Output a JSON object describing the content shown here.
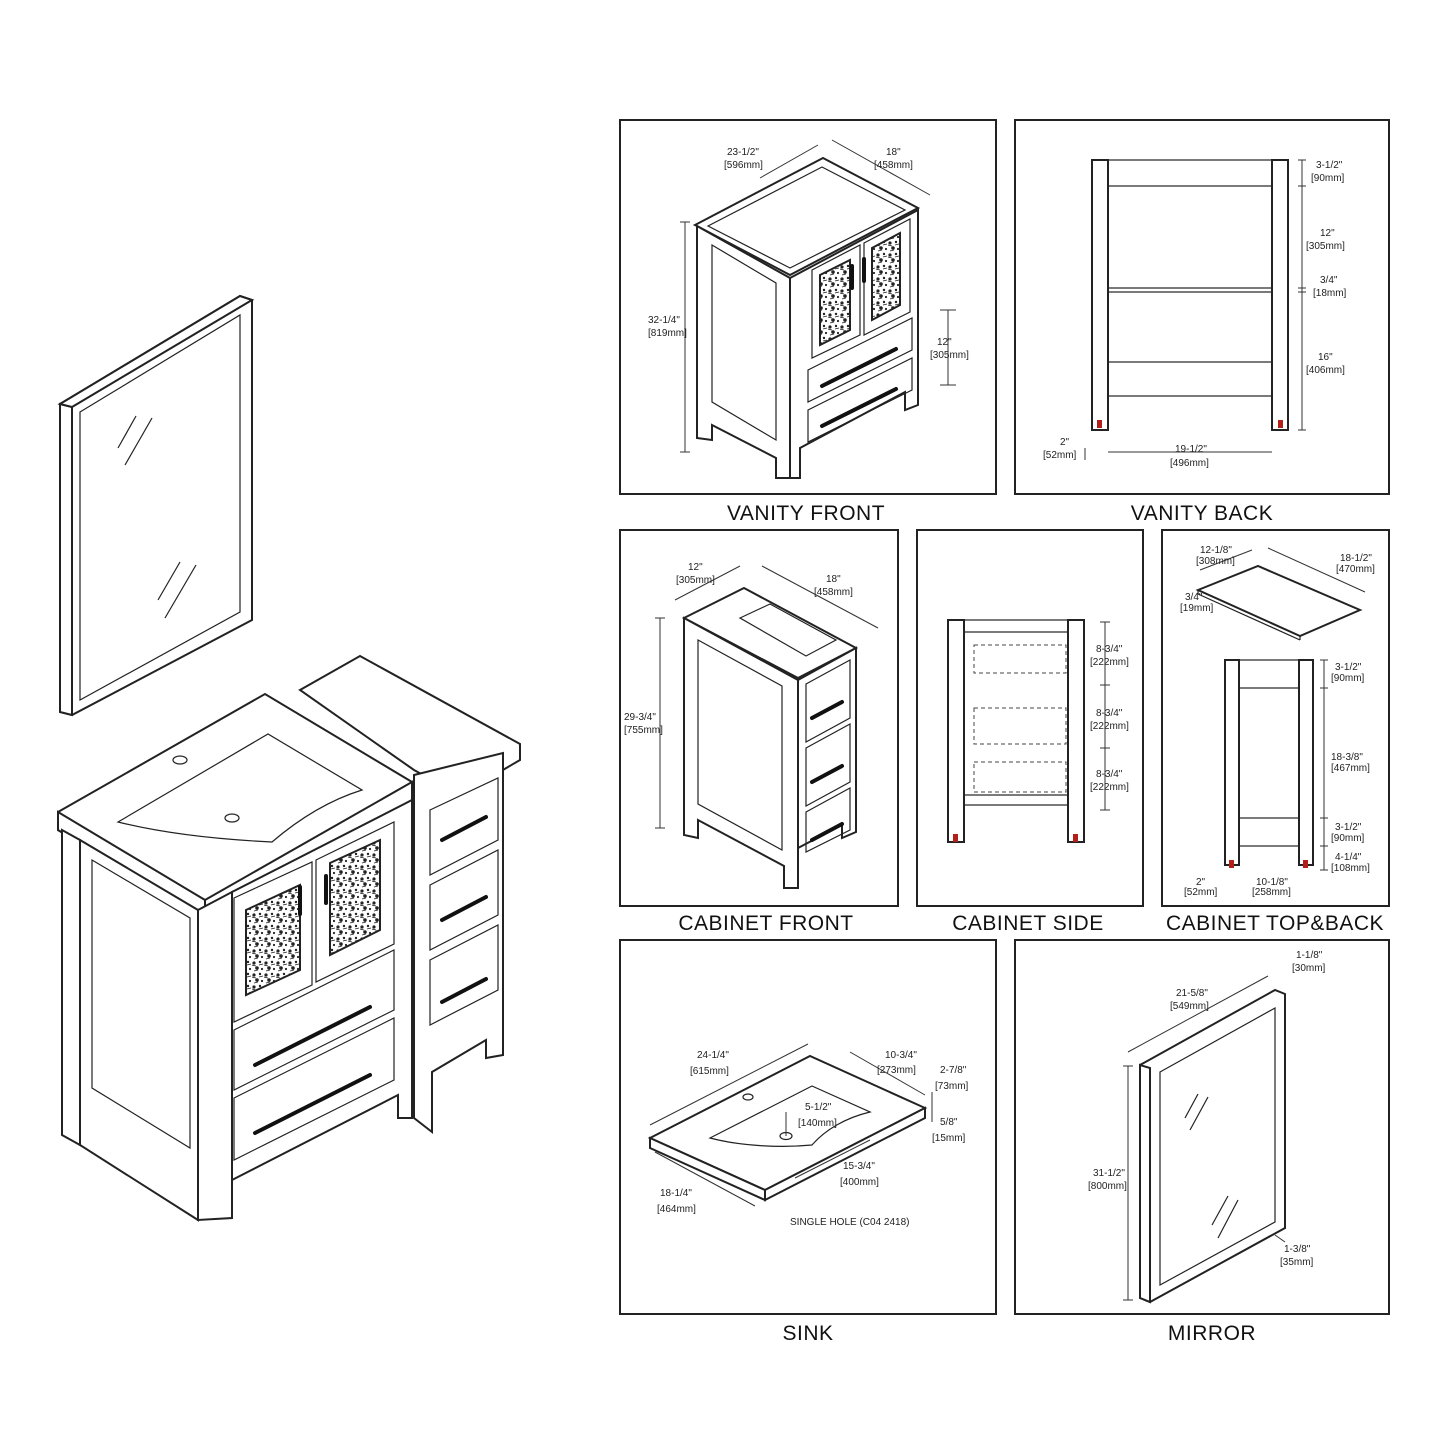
{
  "panels": {
    "vanity_front": {
      "caption": "VANITY FRONT",
      "d_width": "23-1/2\"",
      "d_width_mm": "[596mm]",
      "d_depth": "18\"",
      "d_depth_mm": "[458mm]",
      "d_height": "32-1/4\"",
      "d_height_mm": "[819mm]",
      "d_drawer": "12\"",
      "d_drawer_mm": "[305mm]"
    },
    "vanity_back": {
      "caption": "VANITY BACK",
      "d_top": "3-1/2\"",
      "d_top_mm": "[90mm]",
      "d_mid": "12\"",
      "d_mid_mm": "[305mm]",
      "d_shelf": "3/4\"",
      "d_shelf_mm": "[18mm]",
      "d_low": "16\"",
      "d_low_mm": "[406mm]",
      "d_leg": "2\"",
      "d_leg_mm": "[52mm]",
      "d_inner": "19-1/2\"",
      "d_inner_mm": "[496mm]"
    },
    "cabinet_front": {
      "caption": "CABINET FRONT",
      "d_width": "12\"",
      "d_width_mm": "[305mm]",
      "d_depth": "18\"",
      "d_depth_mm": "[458mm]",
      "d_height": "29-3/4\"",
      "d_height_mm": "[755mm]"
    },
    "cabinet_side": {
      "caption": "CABINET SIDE",
      "d1": "8-3/4\"",
      "d1_mm": "[222mm]",
      "d2": "8-3/4\"",
      "d2_mm": "[222mm]",
      "d3": "8-3/4\"",
      "d3_mm": "[222mm]"
    },
    "cabinet_top_back": {
      "caption": "CABINET TOP&BACK",
      "d_top_w": "12-1/8\"",
      "d_top_w_mm": "[308mm]",
      "d_top_d": "18-1/2\"",
      "d_top_d_mm": "[470mm]",
      "d_top_t": "3/4\"",
      "d_top_t_mm": "[19mm]",
      "d_b1": "3-1/2\"",
      "d_b1_mm": "[90mm]",
      "d_b2": "18-3/8\"",
      "d_b2_mm": "[467mm]",
      "d_b3": "3-1/2\"",
      "d_b3_mm": "[90mm]",
      "d_b4": "4-1/4\"",
      "d_b4_mm": "[108mm]",
      "d_leg": "2\"",
      "d_leg_mm": "[52mm]",
      "d_inner": "10-1/8\"",
      "d_inner_mm": "[258mm]"
    },
    "sink": {
      "caption": "SINK",
      "d_width": "24-1/4\"",
      "d_width_mm": "[615mm]",
      "d_back": "10-3/4\"",
      "d_back_mm": "[273mm]",
      "d_rim": "2-7/8\"",
      "d_rim_mm": "[73mm]",
      "d_thick": "5/8\"",
      "d_thick_mm": "[15mm]",
      "d_bowl_depth": "5-1/2\"",
      "d_bowl_depth_mm": "[140mm]",
      "d_bowl_w": "15-3/4\"",
      "d_bowl_w_mm": "[400mm]",
      "d_depth": "18-1/4\"",
      "d_depth_mm": "[464mm]",
      "note": "SINGLE HOLE (C04 2418)"
    },
    "mirror": {
      "caption": "MIRROR",
      "d_frame": "1-1/8\"",
      "d_frame_mm": "[30mm]",
      "d_width": "21-5/8\"",
      "d_width_mm": "[549mm]",
      "d_height": "31-1/2\"",
      "d_height_mm": "[800mm]",
      "d_depth": "1-3/8\"",
      "d_depth_mm": "[35mm]"
    }
  }
}
